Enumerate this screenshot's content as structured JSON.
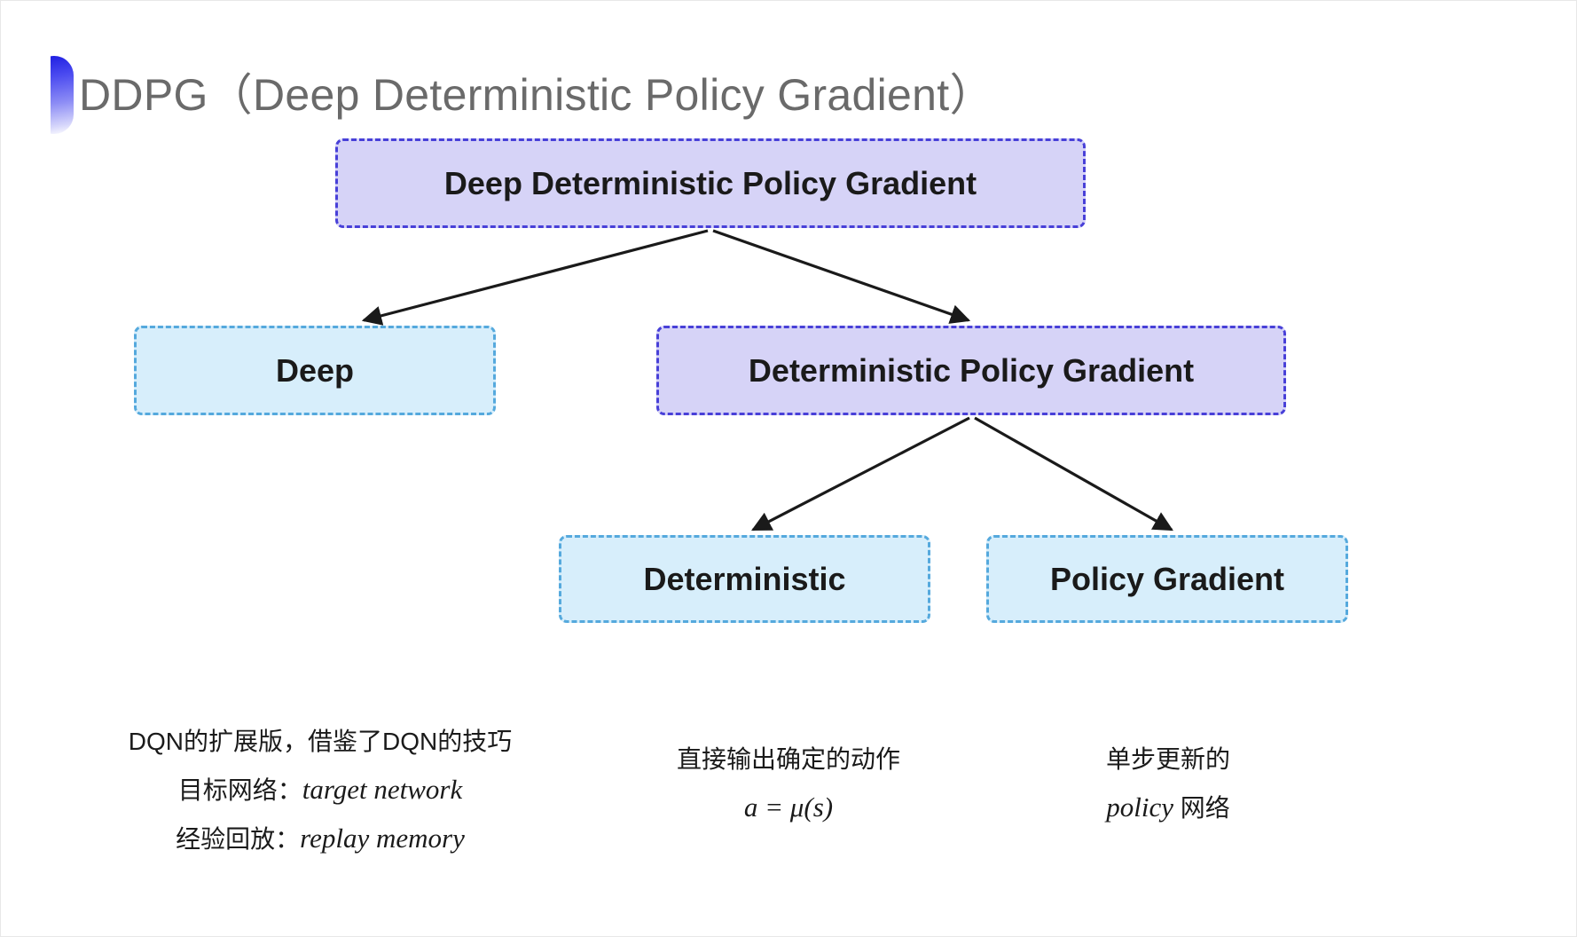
{
  "slide": {
    "title": "DDPG（Deep Deterministic Policy Gradient）",
    "background_color": "#FFFFFF",
    "bullet_gradient_from": "#1A1AE0",
    "bullet_gradient_to": "#FFFFFF"
  },
  "colors": {
    "purple_fill": "#D6D3F7",
    "purple_border": "#4840D8",
    "blue_fill": "#D7EEFB",
    "blue_border": "#55A9DD",
    "arrow": "#1A1A1A",
    "title_text": "#6A6A6A",
    "body_text": "#1A1A1A"
  },
  "diagram": {
    "type": "tree",
    "nodes": [
      {
        "id": "root",
        "label": "Deep Deterministic Policy Gradient",
        "style": "purple"
      },
      {
        "id": "deep",
        "label": "Deep",
        "style": "blue"
      },
      {
        "id": "dpg",
        "label": "Deterministic Policy Gradient",
        "style": "purple"
      },
      {
        "id": "det",
        "label": "Deterministic",
        "style": "blue"
      },
      {
        "id": "pg",
        "label": "Policy Gradient",
        "style": "blue"
      }
    ],
    "edges": [
      {
        "from": "root",
        "to": "deep"
      },
      {
        "from": "root",
        "to": "dpg"
      },
      {
        "from": "dpg",
        "to": "det"
      },
      {
        "from": "dpg",
        "to": "pg"
      }
    ]
  },
  "annotations": {
    "deep": {
      "line1": "DQN的扩展版，借鉴了DQN的技巧",
      "line2_label": "目标网络：",
      "line2_italic": "target network",
      "line3_label": "经验回放：",
      "line3_italic": "replay memory"
    },
    "deterministic": {
      "line1": "直接输出确定的动作",
      "formula": "a = μ(s)"
    },
    "policy_gradient": {
      "line1": "单步更新的",
      "line2_italic": "policy",
      "line2_label": " 网络"
    }
  }
}
